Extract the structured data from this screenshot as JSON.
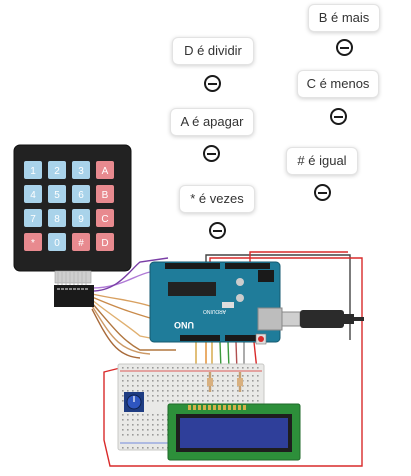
{
  "notes": [
    {
      "id": "b",
      "text": "B é mais"
    },
    {
      "id": "d",
      "text": "D é dividir"
    },
    {
      "id": "c",
      "text": "C é menos"
    },
    {
      "id": "a",
      "text": "A é apagar"
    },
    {
      "id": "hash",
      "text": "# é igual"
    },
    {
      "id": "star",
      "text": "* é vezes"
    }
  ],
  "keypad": {
    "keys": [
      "1",
      "2",
      "3",
      "A",
      "4",
      "5",
      "6",
      "B",
      "7",
      "8",
      "9",
      "C",
      "*",
      "0",
      "#",
      "D"
    ]
  },
  "arduino": {
    "model": "UNO",
    "brand": "ARDUINO"
  },
  "colors": {
    "key_number": "#a9d3ea",
    "key_letter": "#e88a8f",
    "board": "#1f7c9a",
    "breadboard": "#e9e9e7",
    "lcd_screen": "#2f3f9a",
    "lcd_board": "#2d8f3a",
    "keypad_body": "#222222"
  }
}
